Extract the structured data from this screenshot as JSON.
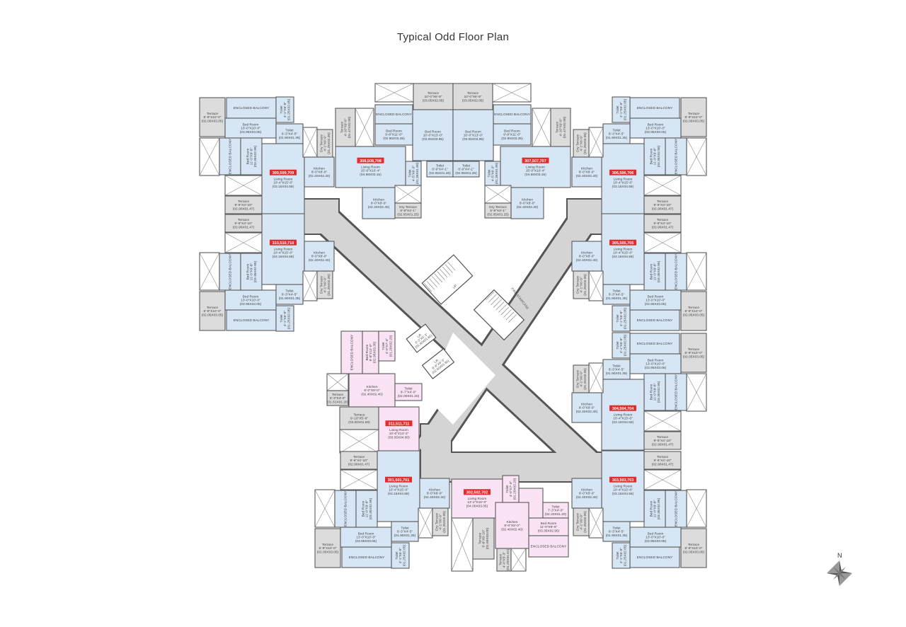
{
  "title": "Typical Odd Floor Plan",
  "compass_label": "N",
  "colors": {
    "unit_blue": "#d6e6f5",
    "unit_pink": "#f9e3f4",
    "terrace_gray": "#dcdcdc",
    "corridor": "#d4d4d4",
    "badge_red": "#e52b2b"
  },
  "unit_types": {
    "A": [
      {
        "name": "Terrace",
        "dim": "6'-9\"X10'-0\"",
        "metric": "(02.05X03.05)"
      },
      {
        "name": "ENCLOSED BALCONY",
        "dim": "",
        "metric": ""
      },
      {
        "name": "Toilet",
        "dim": "4'-1\"X6'-9\"",
        "metric": "(01.25X02.05)"
      },
      {
        "name": "Bed Room",
        "dim": "13'-0\"X10'-0\"",
        "metric": "(03.95X03.05)"
      },
      {
        "name": "Toilet",
        "dim": "6'-3\"X4'-5\"",
        "metric": "(01.90X01.35)"
      },
      {
        "name": "ENCLOSED BALCONY",
        "dim": "",
        "metric": ""
      },
      {
        "name": "Bed Room",
        "dim": "11'-0\"X9'-8\"",
        "metric": "(03.35X02.95)"
      },
      {
        "name": "Living Room",
        "dim": "10'-4\"X15'-0\"",
        "metric": "(03.15X04.58)"
      },
      {
        "name": "Kitchen",
        "dim": "8'-0\"X8'-0\"",
        "metric": "(02.40X02.40)"
      },
      {
        "name": "Dry Terrace",
        "dim": "4'-1\"X6'-9\"",
        "metric": "(01.25X02.05)"
      },
      {
        "name": "Terrace",
        "dim": "9'-6\"X4'-10\"",
        "metric": "(02.90X01.47)"
      }
    ],
    "B": [
      {
        "name": "Terrace",
        "dim": "10'-0\"X6'-9\"",
        "metric": "(03.05X02.05)"
      },
      {
        "name": "ENCLOSED BALCONY",
        "dim": "",
        "metric": ""
      },
      {
        "name": "Bed Room",
        "dim": "9'-8\"X11'-0\"",
        "metric": "(02.95X03.35)"
      },
      {
        "name": "Bed Room",
        "dim": "10'-0\"X13'-0\"",
        "metric": "(03.05X03.95)"
      },
      {
        "name": "Terrace",
        "dim": "4'-10\"X9'-6\"",
        "metric": "(01.47X02.90)"
      },
      {
        "name": "Living Room",
        "dim": "15'-0\"X10'-4\"",
        "metric": "(04.58X03.15)"
      },
      {
        "name": "Toilet",
        "dim": "6'-9\"X4'-1\"",
        "metric": "(02.05X01.25)"
      },
      {
        "name": "Toilet",
        "dim": "4'-5\"X6'-3\"",
        "metric": "(01.35X01.90)"
      },
      {
        "name": "Kitchen",
        "dim": "8'-0\"X8'-0\"",
        "metric": "(02.40X02.40)"
      },
      {
        "name": "Dry Terrace",
        "dim": "6'-9\"X4'-1\"",
        "metric": "(02.05X01.25)"
      }
    ],
    "C": [
      {
        "name": "ENCLOSED BALCONY",
        "dim": "",
        "metric": ""
      },
      {
        "name": "Bed Room",
        "dim": "9'-8\"X11'-0\"",
        "metric": "(02.95X03.35)"
      },
      {
        "name": "Toilet",
        "dim": "4'-0\"X7'-3\"",
        "metric": "(01.20X02.20)"
      },
      {
        "name": "Kitchen",
        "dim": "8'-0\"X8'-0\"",
        "metric": "(02.40X02.40)"
      },
      {
        "name": "Toilet",
        "dim": "6'-7\"X4'-0\"",
        "metric": "(02.00X01.20)"
      },
      {
        "name": "Terrace",
        "dim": "5'-3\"X4'-0\"",
        "metric": "(01.61X01.20)"
      },
      {
        "name": "Terrace",
        "dim": "9'-10\"X5'-6\"",
        "metric": "(03.00X01.69)"
      },
      {
        "name": "Living Room",
        "dim": "10'-0\"X13'-2\"",
        "metric": "(03.05X04.00)"
      }
    ],
    "D": [
      {
        "name": "Living Room",
        "dim": "13'-2\"X10'-0\"",
        "metric": "(04.00X03.05)"
      },
      {
        "name": "Toilet",
        "dim": "4'-0\"X7'-3\"",
        "metric": "(01.20X02.20)"
      },
      {
        "name": "Toilet",
        "dim": "7'-3\"X4'-0\"",
        "metric": "(02.20X01.20)"
      },
      {
        "name": "Bed Room",
        "dim": "11'-0\"X9'-8\"",
        "metric": "(03.35X02.95)"
      },
      {
        "name": "ENCLOSED BALCONY",
        "dim": "",
        "metric": ""
      },
      {
        "name": "Kitchen",
        "dim": "8'-0\"X8'-0\"",
        "metric": "(02.40X02.40)"
      },
      {
        "name": "Terrace",
        "dim": "5'-6\"X9'-10\"",
        "metric": "(01.69X03.00)"
      },
      {
        "name": "Terrace",
        "dim": "4'-0\"X5'-3\"",
        "metric": "(01.20X01.61)"
      }
    ]
  },
  "units": [
    {
      "number": "309,509,709",
      "type": "A"
    },
    {
      "number": "310,510,710",
      "type": "A"
    },
    {
      "number": "308,508,708",
      "type": "B"
    },
    {
      "number": "307,507,707",
      "type": "B"
    },
    {
      "number": "306,506,706",
      "type": "A"
    },
    {
      "number": "305,505,705",
      "type": "A"
    },
    {
      "number": "304,504,704",
      "type": "A"
    },
    {
      "number": "303,503,703",
      "type": "A"
    },
    {
      "number": "311,511,711",
      "type": "C"
    },
    {
      "number": "301,501,701",
      "type": "A"
    },
    {
      "number": "302,502,702",
      "type": "D"
    }
  ],
  "core": {
    "stair_up_label": "UP",
    "fire_staircase_label": "FIRE STAIRCASE",
    "lifts": [
      {
        "name": "Lift",
        "dim": "6'-3\"X5'-3\"",
        "metric": "(01.90X01.60)"
      },
      {
        "name": "Lift",
        "dim": "8'-8\"X6'-3\"",
        "metric": "(02.60X01.90)"
      }
    ]
  }
}
